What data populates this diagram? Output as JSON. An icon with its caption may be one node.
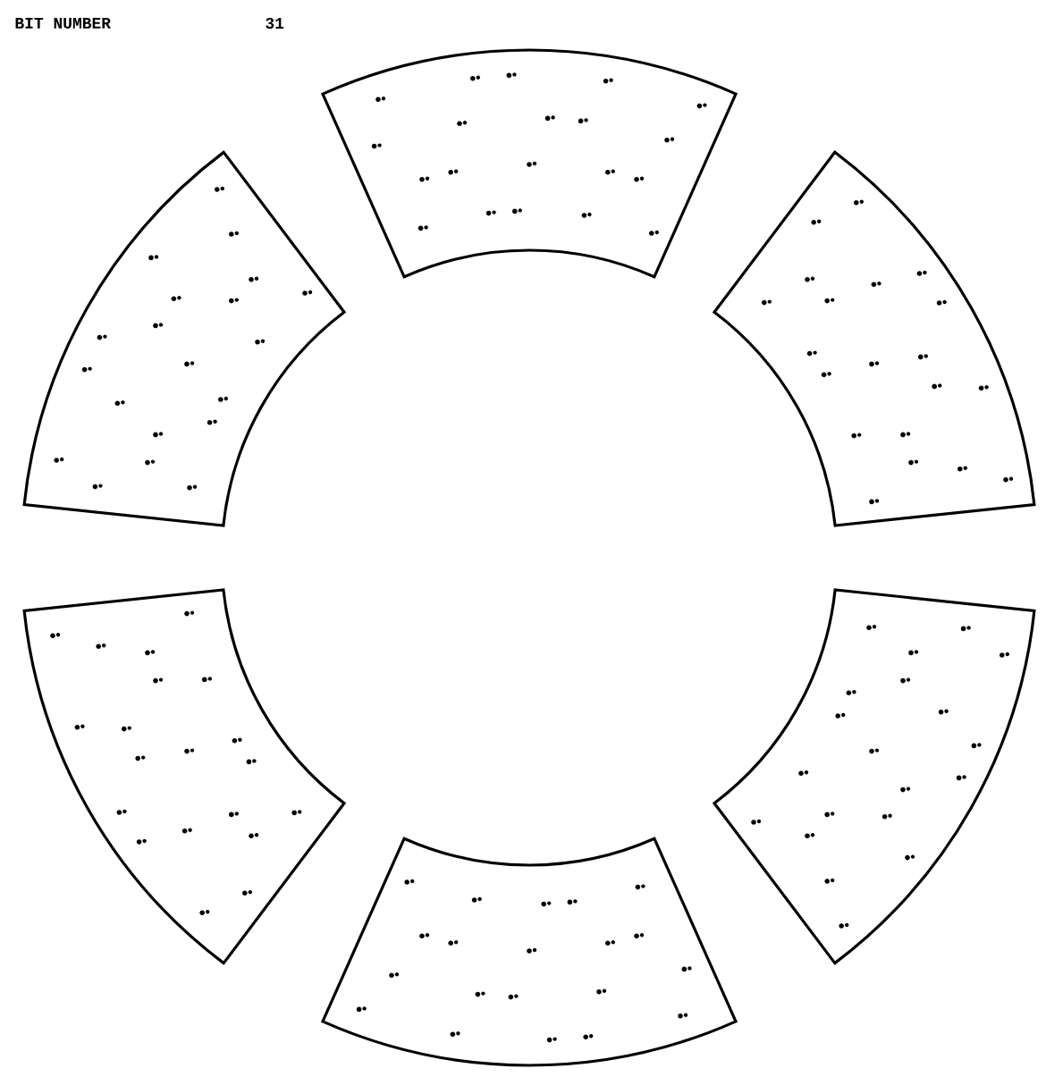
{
  "diagram": {
    "nodes": [
      {
        "text": [],
        "shape": "band"
      },
      {
        "text": [],
        "shape": "band"
      },
      {
        "text": [],
        "shape": "band"
      },
      {
        "text": [],
        "shape": "band"
      },
      {
        "text": [],
        "shape": "band"
      },
      {
        "text": [],
        "shape": "band"
      }
    ],
    "labels": [
      "BIT NUMBER",
      "31"
    ]
  }
}
